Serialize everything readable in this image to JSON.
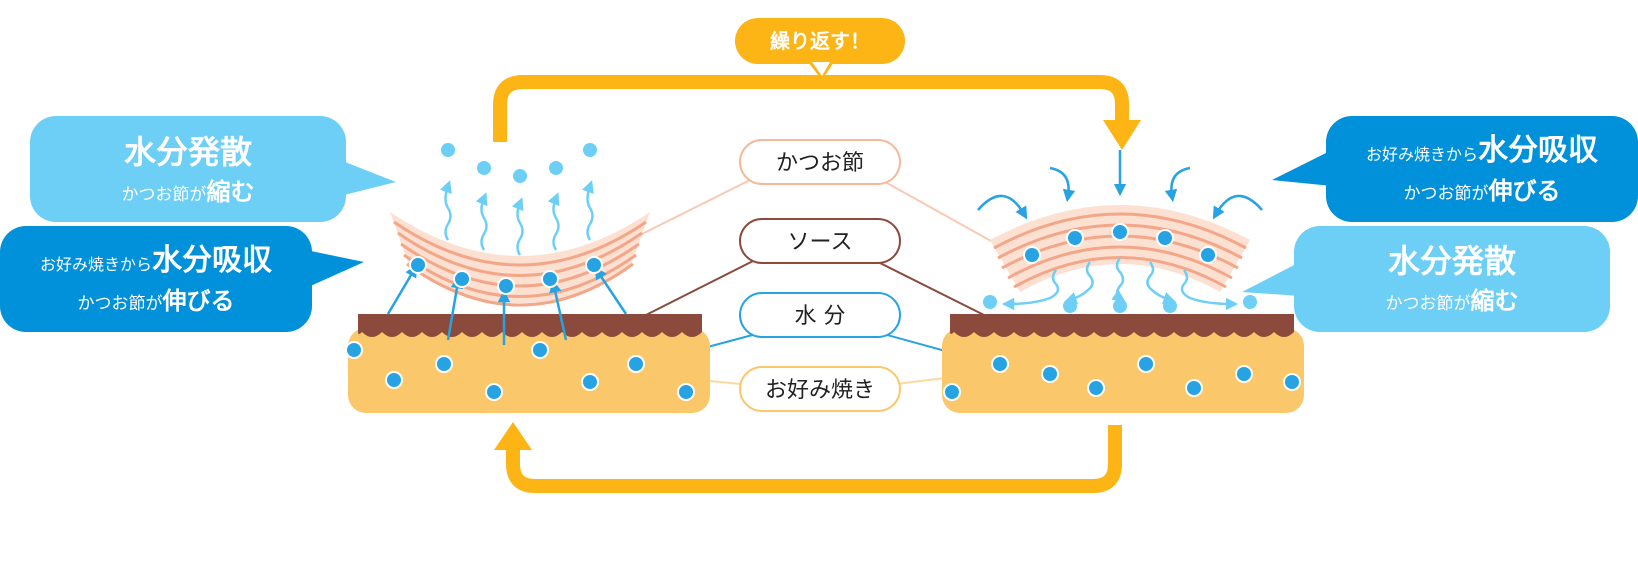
{
  "loop_label": "繰り返す！",
  "labels": {
    "katsuobushi": "かつお節",
    "sauce": "ソース",
    "water": "水 分",
    "okonomiyaki": "お好み焼き"
  },
  "left_bubbles": {
    "evaporate": {
      "title": "水分発散",
      "sub_pre": "かつお節が",
      "sub_em": "縮む"
    },
    "absorb": {
      "pre": "お好み焼きから",
      "title": "水分吸収",
      "sub_pre": "かつお節が",
      "sub_em": "伸びる"
    }
  },
  "right_bubbles": {
    "absorb": {
      "pre": "お好み焼きから",
      "title": "水分吸収",
      "sub_pre": "かつお節が",
      "sub_em": "伸びる"
    },
    "evaporate": {
      "title": "水分発散",
      "sub_pre": "かつお節が",
      "sub_em": "縮む"
    }
  },
  "colors": {
    "loop_arrow": "#fdb515",
    "light_blue_bubble": "#6dcff6",
    "dark_blue_bubble": "#0091da",
    "water_dot": "#27a3e3",
    "sauce": "#8b4a3c",
    "okonomiyaki": "#fbc76b",
    "katsuobushi": "#f6b89a"
  },
  "icons": [
    "loop-arrow",
    "water-drop",
    "wavy-arrow",
    "curved-arrow"
  ]
}
